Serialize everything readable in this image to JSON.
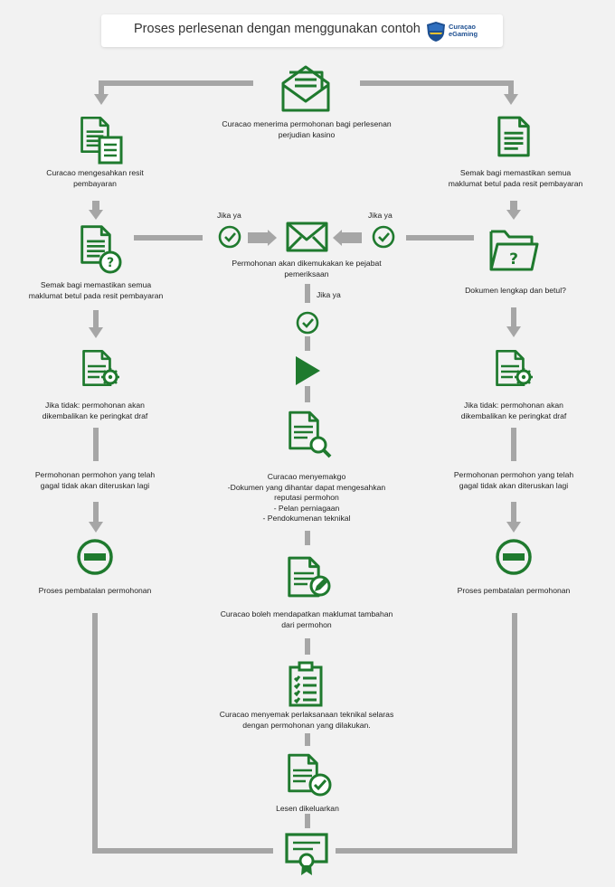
{
  "title": "Proses perlesenan dengan menggunakan contoh",
  "logo": {
    "line1": "Curaçao",
    "line2": "eGaming"
  },
  "colors": {
    "green": "#1f7a2e",
    "connector": "#a6a6a6"
  },
  "labels": {
    "receive": [
      "Curacao menerima permohonan bagi perlesenan",
      "perjudian kasino"
    ],
    "left_validate": [
      "Curacao mengesahkan resit",
      "pembayaran"
    ],
    "right_check": [
      "Semak bagi memastikan semua",
      "maklumat betul pada resit pembayaran"
    ],
    "left_check": [
      "Semak bagi memastikan semua",
      "maklumat betul pada resit pembayaran"
    ],
    "doc_complete": [
      "Dokumen lengkap dan betul?"
    ],
    "forwarded": [
      "Permohonan akan dikemukakan ke pejabat",
      "pemeriksaan"
    ],
    "left_if_no": [
      "Jika tidak: permohonan akan",
      "dikembalikan ke peringkat draf"
    ],
    "right_if_no": [
      "Jika tidak: permohonan akan",
      "dikembalikan ke peringkat draf"
    ],
    "left_failed": [
      "Permohonan permohon yang telah",
      "gagal tidak akan diteruskan lagi"
    ],
    "right_failed": [
      "Permohonan permohon yang telah",
      "gagal tidak akan diteruskan lagi"
    ],
    "review": [
      "Curacao menyemakgo",
      "-Dokumen yang dihantar dapat mengesahkan",
      "reputasi permohon",
      "- Pelan perniagaan",
      "- Pendokumenan teknikal"
    ],
    "left_cancel": [
      "Proses pembatalan permohonan"
    ],
    "right_cancel": [
      "Proses pembatalan permohonan"
    ],
    "more_info": [
      "Curacao boleh mendapatkan maklumat tambahan",
      "dari permohon"
    ],
    "tech_check": [
      "Curacao menyemak perlaksanaan teknikal selaras",
      "dengan permohonan yang dilakukan."
    ],
    "license": [
      "Lesen dikeluarkan"
    ]
  },
  "if_yes": {
    "left": "Jika ya",
    "right": "Jika ya",
    "center": "Jika ya"
  },
  "icons": {
    "envelope_open": "envelope-open-icon",
    "documents": "documents-icon",
    "document_lines": "document-icon",
    "document_question": "document-question-icon",
    "folder_question": "folder-question-icon",
    "envelope": "envelope-icon",
    "check_circle": "check-circle-icon",
    "document_gear": "document-gear-icon",
    "play": "play-icon",
    "document_search": "document-search-icon",
    "minus_circle": "minus-circle-icon",
    "document_edit": "document-edit-icon",
    "clipboard_checklist": "clipboard-checklist-icon",
    "document_check": "document-check-icon",
    "certificate": "certificate-icon"
  }
}
